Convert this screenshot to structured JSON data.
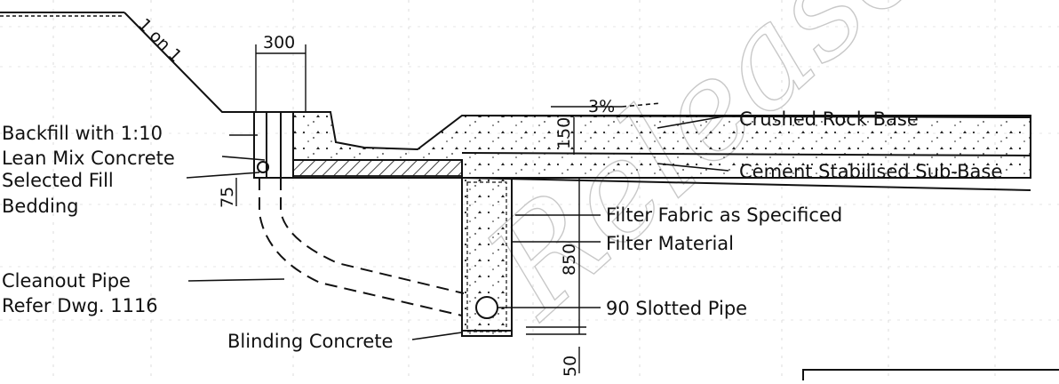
{
  "watermark": "Released",
  "labels": {
    "backfill_1": "Backfill with 1:10",
    "backfill_2": "Lean Mix Concrete",
    "selected_fill": "Selected Fill",
    "bedding": "Bedding",
    "cleanout_1": "Cleanout Pipe",
    "cleanout_2": "Refer Dwg. 1116",
    "blinding": "Blinding Concrete",
    "crushed_rock": "Crushed Rock Base",
    "cement_sub_base": "Cement Stabilised Sub-Base",
    "filter_fabric": "Filter Fabric as Specificed",
    "filter_material": "Filter Material",
    "slotted_pipe": "90 Slotted Pipe"
  },
  "dimensions": {
    "slope": "1 on 1",
    "width_300": "300",
    "grade": "3%",
    "depth_150": "150",
    "depth_75": "75",
    "depth_850": "850",
    "depth_50": "50"
  }
}
